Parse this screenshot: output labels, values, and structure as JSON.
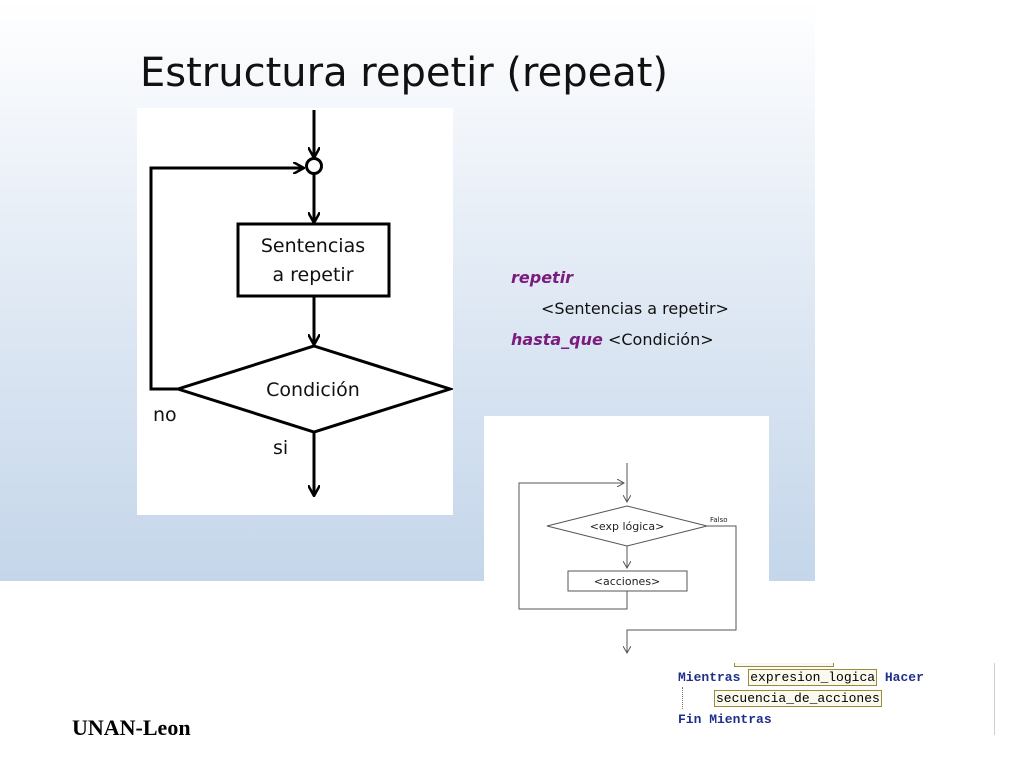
{
  "slide": {
    "title": "Estructura repetir (repeat)",
    "footer": "UNAN-Leon"
  },
  "flowchart_repeat": {
    "process_line1": "Sentencias",
    "process_line2": "a repetir",
    "condition": "Condición",
    "no_label": "no",
    "yes_label": "si"
  },
  "pseudocode": {
    "keyword_repeat": "repetir",
    "body": "<Sentencias a repetir>",
    "keyword_until": "hasta_que",
    "condition": "<Condición>"
  },
  "flowchart_while": {
    "condition": "<exp lógica>",
    "false_label": "Falso",
    "actions": "<acciones>"
  },
  "code": {
    "kw_while": "Mientras",
    "expression": "expresion_logica",
    "kw_do": "Hacer",
    "body": "secuencia_de_acciones",
    "kw_end": "Fin Mientras"
  },
  "colors": {
    "keyword_purple": "#7a1b7e",
    "code_keyword_blue": "#1f2f8a",
    "background_blue": "#c4d6ea"
  }
}
